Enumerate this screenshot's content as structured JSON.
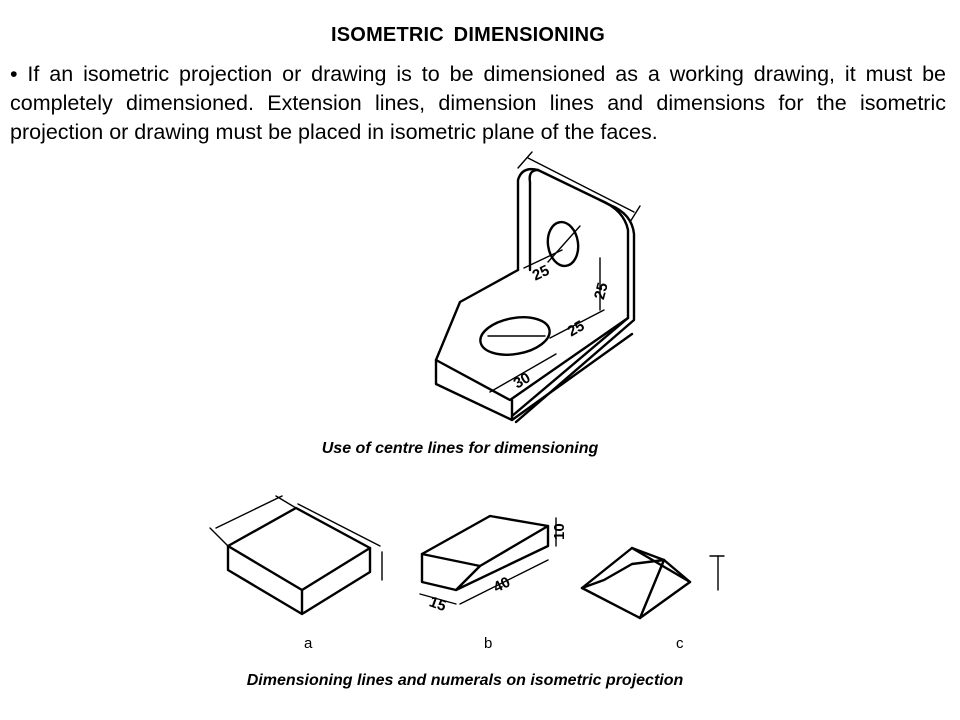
{
  "title": "ISOMETRIC  DIMENSIONING",
  "paragraph": "• If an isometric projection or drawing is to be dimensioned as a working drawing, it must be completely dimensioned. Extension lines, dimension lines and dimensions for the isometric projection or drawing must be placed in isometric plane of the faces.",
  "figure1": {
    "caption": "Use of centre lines for dimensioning",
    "dims": [
      "25",
      "25",
      "25",
      "30"
    ]
  },
  "figure2": {
    "caption": "Dimensioning lines and numerals on isometric projection",
    "labels": [
      "a",
      "b",
      "c"
    ],
    "dims_b": [
      "10",
      "40",
      "15"
    ]
  }
}
